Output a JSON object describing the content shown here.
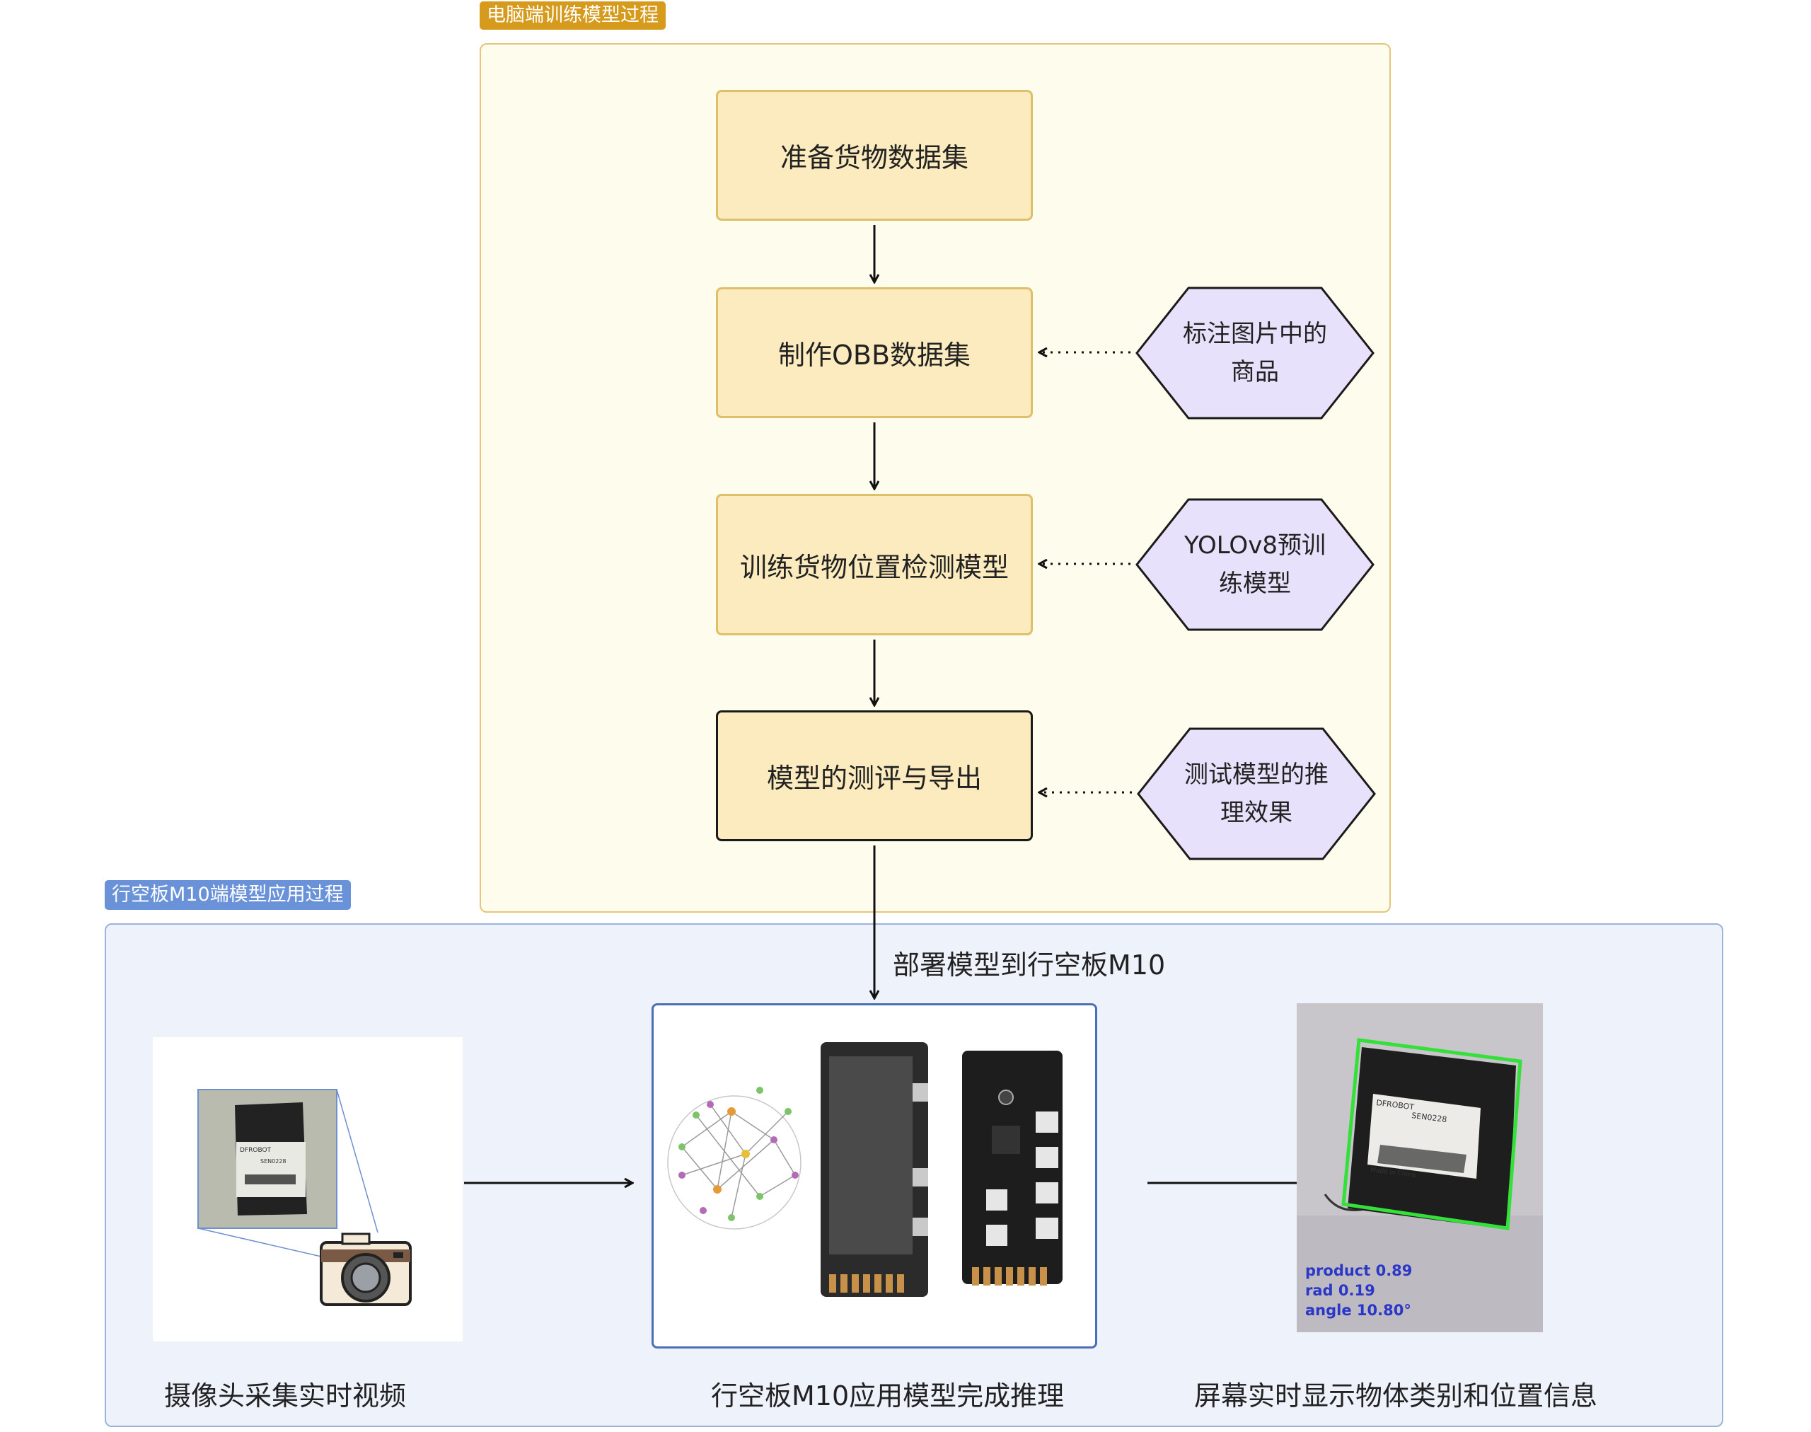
{
  "groups": {
    "training": {
      "tag": "电脑端训练模型过程"
    },
    "deployment": {
      "tag": "行空板M10端模型应用过程"
    }
  },
  "steps": [
    {
      "label": "准备货物数据集"
    },
    {
      "label": "制作OBB数据集"
    },
    {
      "label": "训练货物位置检测模型"
    },
    {
      "label": "模型的测评与导出"
    }
  ],
  "inputs": [
    {
      "line1": "标注图片中的",
      "line2": "商品"
    },
    {
      "line1": "YOLOv8预训",
      "line2": "练模型"
    },
    {
      "line1": "测试模型的推",
      "line2": "理效果"
    }
  ],
  "deploy_label": "部署模型到行空板M10",
  "stages": [
    {
      "caption": "摄像头采集实时视频"
    },
    {
      "caption": "行空板M10应用模型完成推理"
    },
    {
      "caption": "屏幕实时显示物体类别和位置信息"
    }
  ],
  "product_photo": {
    "brand": "DFROBOT",
    "model": "SEN0228",
    "origin": "Made in China"
  },
  "detection": {
    "line1": "product 0.89",
    "line2": "rad 0.19",
    "line3": "angle 10.80°"
  },
  "colors": {
    "training_bg": "#fefcec",
    "training_tag": "#d69a1c",
    "step_fill": "#fcebbe",
    "input_fill": "#e8e1fb",
    "deploy_bg": "#eef3fb",
    "deploy_tag": "#6a92d8",
    "detection_box": "#35e03a",
    "detection_text": "#2a37c7"
  }
}
